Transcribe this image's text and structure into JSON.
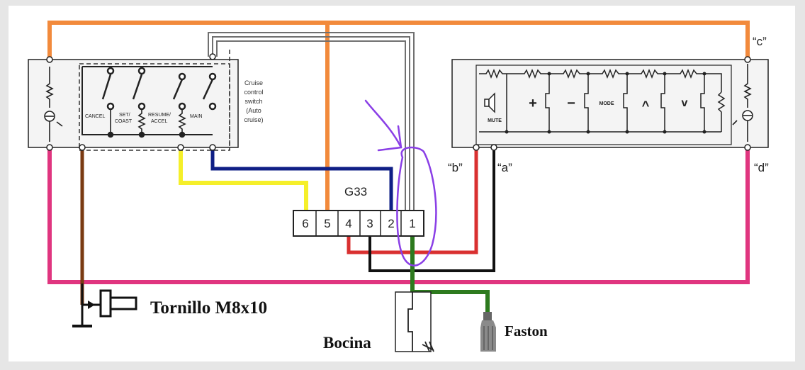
{
  "connector": {
    "title": "G33",
    "pins": [
      "6",
      "5",
      "4",
      "3",
      "2",
      "1"
    ]
  },
  "switch_panel": {
    "buttons": [
      "CANCEL",
      "SET/",
      "COAST",
      "RESUME/",
      "ACCEL",
      "MAIN"
    ],
    "caption": [
      "Cruise",
      "control",
      "switch",
      "(Auto",
      "cruise)"
    ]
  },
  "audio_panel": {
    "mute": "MUTE",
    "plus": "+",
    "minus": "−",
    "mode": "MODE",
    "up": "^",
    "down": "v"
  },
  "terminals": {
    "a": "“a”",
    "b": "“b”",
    "c": "“c”",
    "d": "“d”"
  },
  "labels": {
    "screw": "Tornillo M8x10",
    "horn": "Bocina",
    "faston": "Faston"
  },
  "colors": {
    "orange": "#f28a3c",
    "pink": "#e0357f",
    "navy": "#0f1f86",
    "yellow": "#f5ef2a",
    "brown": "#7a3a12",
    "red": "#d93030",
    "green": "#2d7a1e",
    "purple": "#8a3fe6"
  }
}
